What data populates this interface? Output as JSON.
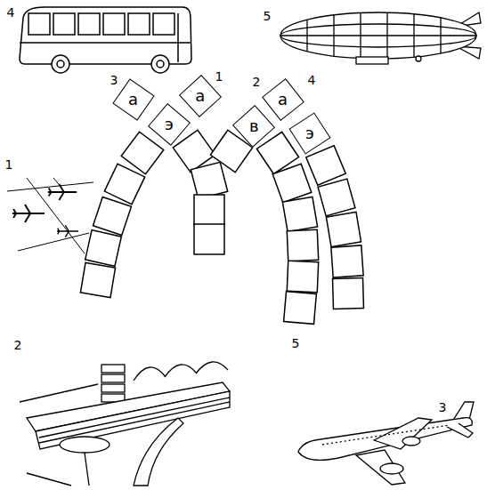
{
  "diagram": {
    "nodes": [
      {
        "text": [
          "а"
        ]
      },
      {
        "text": [
          "а"
        ]
      },
      {
        "text": [
          "а"
        ]
      },
      {
        "text": [
          "э"
        ]
      },
      {
        "text": [
          "в"
        ]
      },
      {
        "text": [
          "э"
        ]
      }
    ],
    "labels": [
      "4",
      "5",
      "3",
      "1",
      "2",
      "4",
      "1",
      "5",
      "2",
      "3"
    ]
  }
}
